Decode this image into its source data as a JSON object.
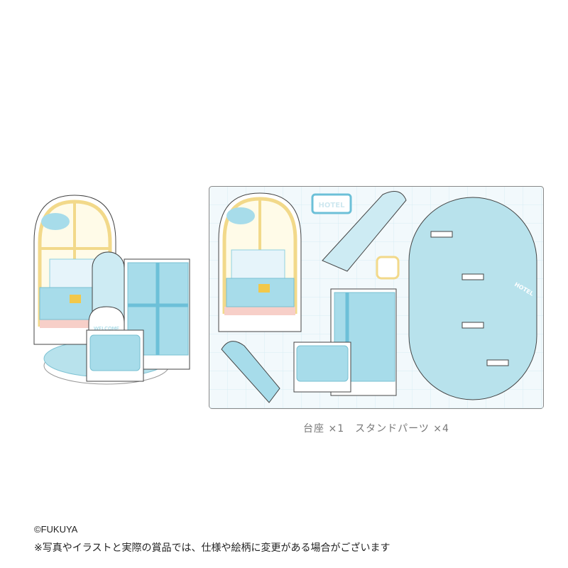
{
  "product": {
    "illustration_labels": {
      "hotel_sign": "HOTEL",
      "welcome_mat": "WELCOME",
      "base_label": "HOTEL"
    },
    "caption": "台座 ×1　スタンドパーツ ×4",
    "copyright": "©FUKUYA",
    "notice": "※写真やイラストと実際の賞品では、仕様や絵柄に変更がある場合がございます"
  },
  "colors": {
    "accent_blue": "#8fd0e0",
    "frame_yellow": "#f7e4a0",
    "grid": "#d8edf5",
    "text_gray": "#777777"
  }
}
